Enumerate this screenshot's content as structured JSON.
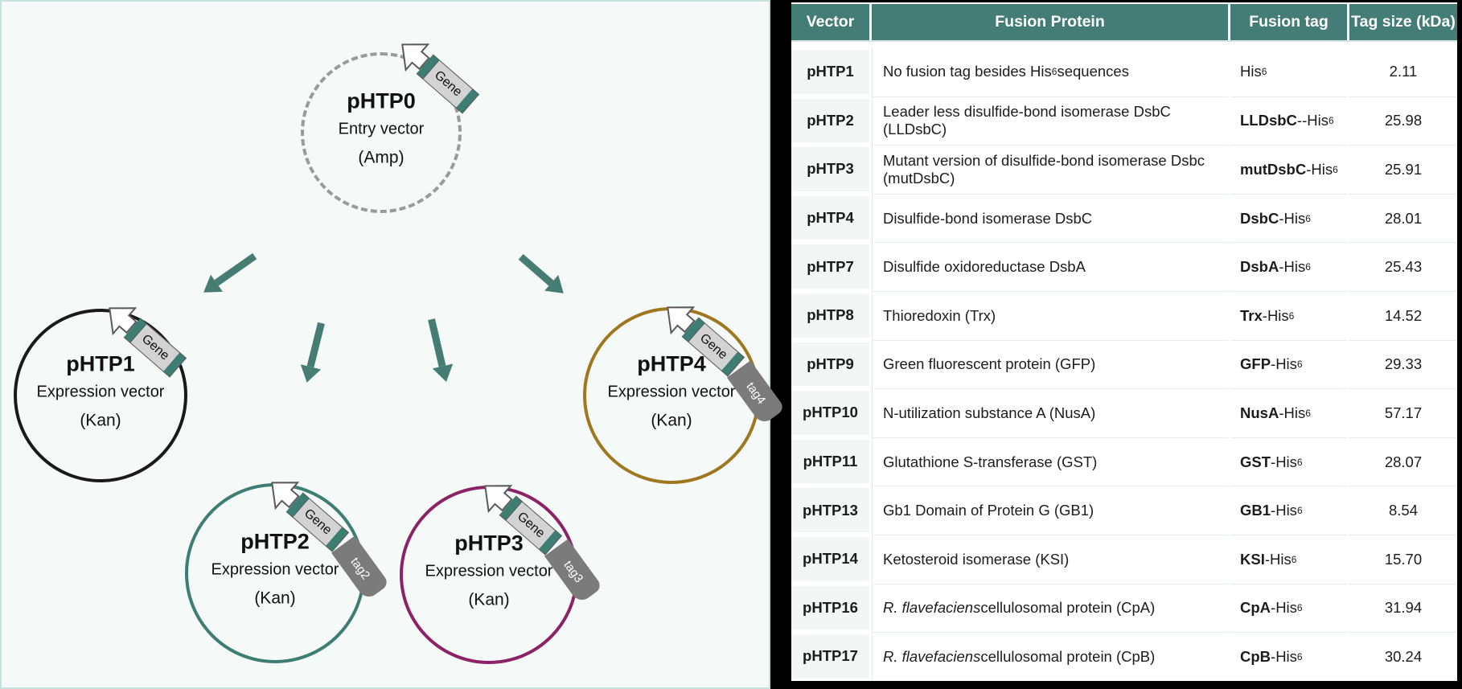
{
  "diagram": {
    "gene_label": "Gene",
    "plasmids": [
      {
        "name": "pHTP0",
        "subtitle": "Entry vector",
        "resistance": "(Amp)",
        "tag": "",
        "ring_color": "#9A9A9A"
      },
      {
        "name": "pHTP1",
        "subtitle": "Expression vector",
        "resistance": "(Kan)",
        "tag": "",
        "ring_color": "#1A1A1A"
      },
      {
        "name": "pHTP2",
        "subtitle": "Expression vector",
        "resistance": "(Kan)",
        "tag": "tag2",
        "ring_color": "#3E7D74"
      },
      {
        "name": "pHTP3",
        "subtitle": "Expression vector",
        "resistance": "(Kan)",
        "tag": "tag3",
        "ring_color": "#8B2366"
      },
      {
        "name": "pHTP4",
        "subtitle": "Expression vector",
        "resistance": "(Kan)",
        "tag": "tag4",
        "ring_color": "#9E771F"
      }
    ],
    "palette": {
      "arrow_teal": "#457D74",
      "tag_segment_gray": "#7B7B7B",
      "gene_box_gray": "#D3D3D3",
      "panel_bg": "#F5FAF8",
      "panel_border": "#C5E3DC"
    }
  },
  "table": {
    "header_color": "#447D75",
    "headers": [
      "Vector",
      "Fusion Protein",
      "Fusion tag",
      "Tag size (kDa)"
    ],
    "rows": [
      {
        "vector": "pHTP1",
        "protein_italic": "",
        "protein_pre": "No fusion tag besides His",
        "protein_sub": "6",
        "protein_post": " sequences",
        "tag_bold": "",
        "tag_rest": "His",
        "tag_sub": "6",
        "size": "2.11"
      },
      {
        "vector": "pHTP2",
        "protein_italic": "",
        "protein_pre": "Leader less disulfide-bond isomerase DsbC (LLDsbC)",
        "protein_sub": "",
        "protein_post": "",
        "tag_bold": "LLDsbC",
        "tag_rest": "--His",
        "tag_sub": "6",
        "size": "25.98"
      },
      {
        "vector": "pHTP3",
        "protein_italic": "",
        "protein_pre": "Mutant version of disulfide-bond isomerase Dsbc (mutDsbC)",
        "protein_sub": "",
        "protein_post": "",
        "tag_bold": "mutDsbC",
        "tag_rest": "-His",
        "tag_sub": "6",
        "size": "25.91"
      },
      {
        "vector": "pHTP4",
        "protein_italic": "",
        "protein_pre": "Disulfide-bond isomerase DsbC",
        "protein_sub": "",
        "protein_post": "",
        "tag_bold": "DsbC",
        "tag_rest": "-His",
        "tag_sub": "6",
        "size": "28.01"
      },
      {
        "vector": "pHTP7",
        "protein_italic": "",
        "protein_pre": "Disulfide oxidoreductase DsbA",
        "protein_sub": "",
        "protein_post": "",
        "tag_bold": "DsbA",
        "tag_rest": "-His",
        "tag_sub": "6",
        "size": "25.43"
      },
      {
        "vector": "pHTP8",
        "protein_italic": "",
        "protein_pre": "Thioredoxin (Trx)",
        "protein_sub": "",
        "protein_post": "",
        "tag_bold": "Trx",
        "tag_rest": "-His",
        "tag_sub": "6",
        "size": "14.52"
      },
      {
        "vector": "pHTP9",
        "protein_italic": "",
        "protein_pre": "Green fluorescent protein (GFP)",
        "protein_sub": "",
        "protein_post": "",
        "tag_bold": "GFP",
        "tag_rest": "-His",
        "tag_sub": "6",
        "size": "29.33"
      },
      {
        "vector": "pHTP10",
        "protein_italic": "",
        "protein_pre": "N-utilization substance A (NusA)",
        "protein_sub": "",
        "protein_post": "",
        "tag_bold": "NusA",
        "tag_rest": "-His",
        "tag_sub": "6",
        "size": "57.17"
      },
      {
        "vector": "pHTP11",
        "protein_italic": "",
        "protein_pre": "Glutathione S-transferase (GST)",
        "protein_sub": "",
        "protein_post": "",
        "tag_bold": "GST",
        "tag_rest": "-His",
        "tag_sub": "6",
        "size": "28.07"
      },
      {
        "vector": "pHTP13",
        "protein_italic": "",
        "protein_pre": "Gb1 Domain of Protein G (GB1)",
        "protein_sub": "",
        "protein_post": "",
        "tag_bold": "GB1",
        "tag_rest": "-His",
        "tag_sub": "6",
        "size": "8.54"
      },
      {
        "vector": "pHTP14",
        "protein_italic": "",
        "protein_pre": "Ketosteroid isomerase (KSI)",
        "protein_sub": "",
        "protein_post": "",
        "tag_bold": "KSI",
        "tag_rest": "-His",
        "tag_sub": "6",
        "size": "15.70"
      },
      {
        "vector": "pHTP16",
        "protein_italic": "R. flavefaciens",
        "protein_pre": " cellulosomal protein (CpA)",
        "protein_sub": "",
        "protein_post": "",
        "tag_bold": "CpA",
        "tag_rest": "-His",
        "tag_sub": "6",
        "size": "31.94"
      },
      {
        "vector": "pHTP17",
        "protein_italic": "R. flavefaciens",
        "protein_pre": " cellulosomal protein (CpB)",
        "protein_sub": "",
        "protein_post": "",
        "tag_bold": "CpB",
        "tag_rest": "-His",
        "tag_sub": "6",
        "size": "30.24"
      }
    ]
  }
}
